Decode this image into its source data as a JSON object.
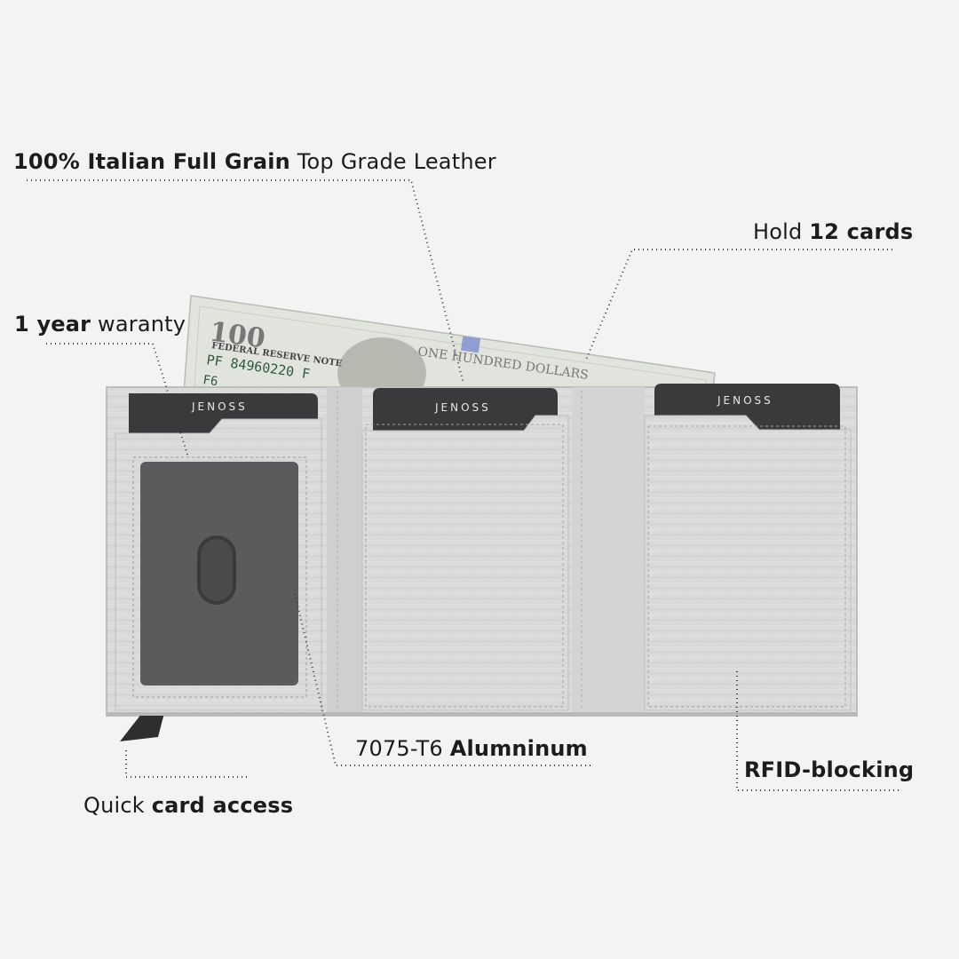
{
  "labels": {
    "leather": {
      "bold": "100% Italian Full Grain",
      "rest": " Top Grade Leather"
    },
    "cards": {
      "rest": "Hold ",
      "bold": "12 cards"
    },
    "warranty": {
      "bold": "1 year",
      "rest": " waranty"
    },
    "aluminum": {
      "rest": "7075-T6 ",
      "bold": "Alumninum"
    },
    "access": {
      "rest": "Quick ",
      "bold": "card access"
    },
    "rfid": {
      "bold": "RFID-blocking"
    }
  },
  "card_brand": "JENOSS",
  "bill": {
    "denomination": "100",
    "bank_text": "FEDERAL RESERVE NOTE",
    "serial": "PF 84960220 F",
    "corner": "F6",
    "banner": "ONE HUNDRED DOLLARS"
  },
  "colors": {
    "background": "#f3f3f3",
    "leather": "#d9d9d9",
    "card": "#3a3a3c",
    "window": "#5d5d5f",
    "bill": "#dfe3dc"
  }
}
